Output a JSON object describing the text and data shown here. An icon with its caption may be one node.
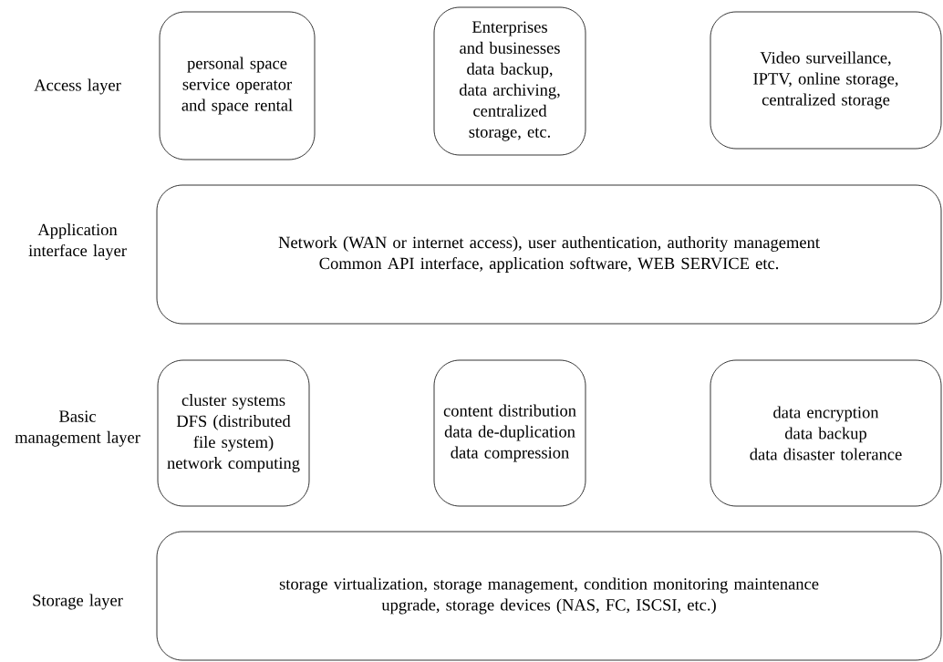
{
  "diagram": {
    "nodes": [
      {
        "text": [
          "personal space service operator and space rental"
        ]
      },
      {
        "text": [
          "Enterprises and businesses data backup, data archiving, centralized storage, etc."
        ]
      },
      {
        "text": [
          "Video surveillance, IPTV, online storage, centralized storage"
        ]
      },
      {
        "text": [
          "Network (WAN or internet access), user authentication, authority management",
          "Common API interface, application software, WEB SERVICE etc."
        ]
      },
      {
        "text": [
          "cluster systems",
          "DFS (distributed file system)",
          "network computing"
        ]
      },
      {
        "text": [
          "content distribution",
          "data de-duplication",
          "data compression"
        ]
      },
      {
        "text": [
          "data encryption",
          "data backup",
          "data disaster tolerance"
        ]
      },
      {
        "text": [
          "storage virtualization, storage management, condition monitoring maintenance",
          "upgrade, storage devices (NAS, FC, ISCSI, etc.)"
        ]
      }
    ],
    "labels": [
      "Access layer",
      "Application interface layer",
      "Basic management layer",
      "Storage layer"
    ]
  }
}
